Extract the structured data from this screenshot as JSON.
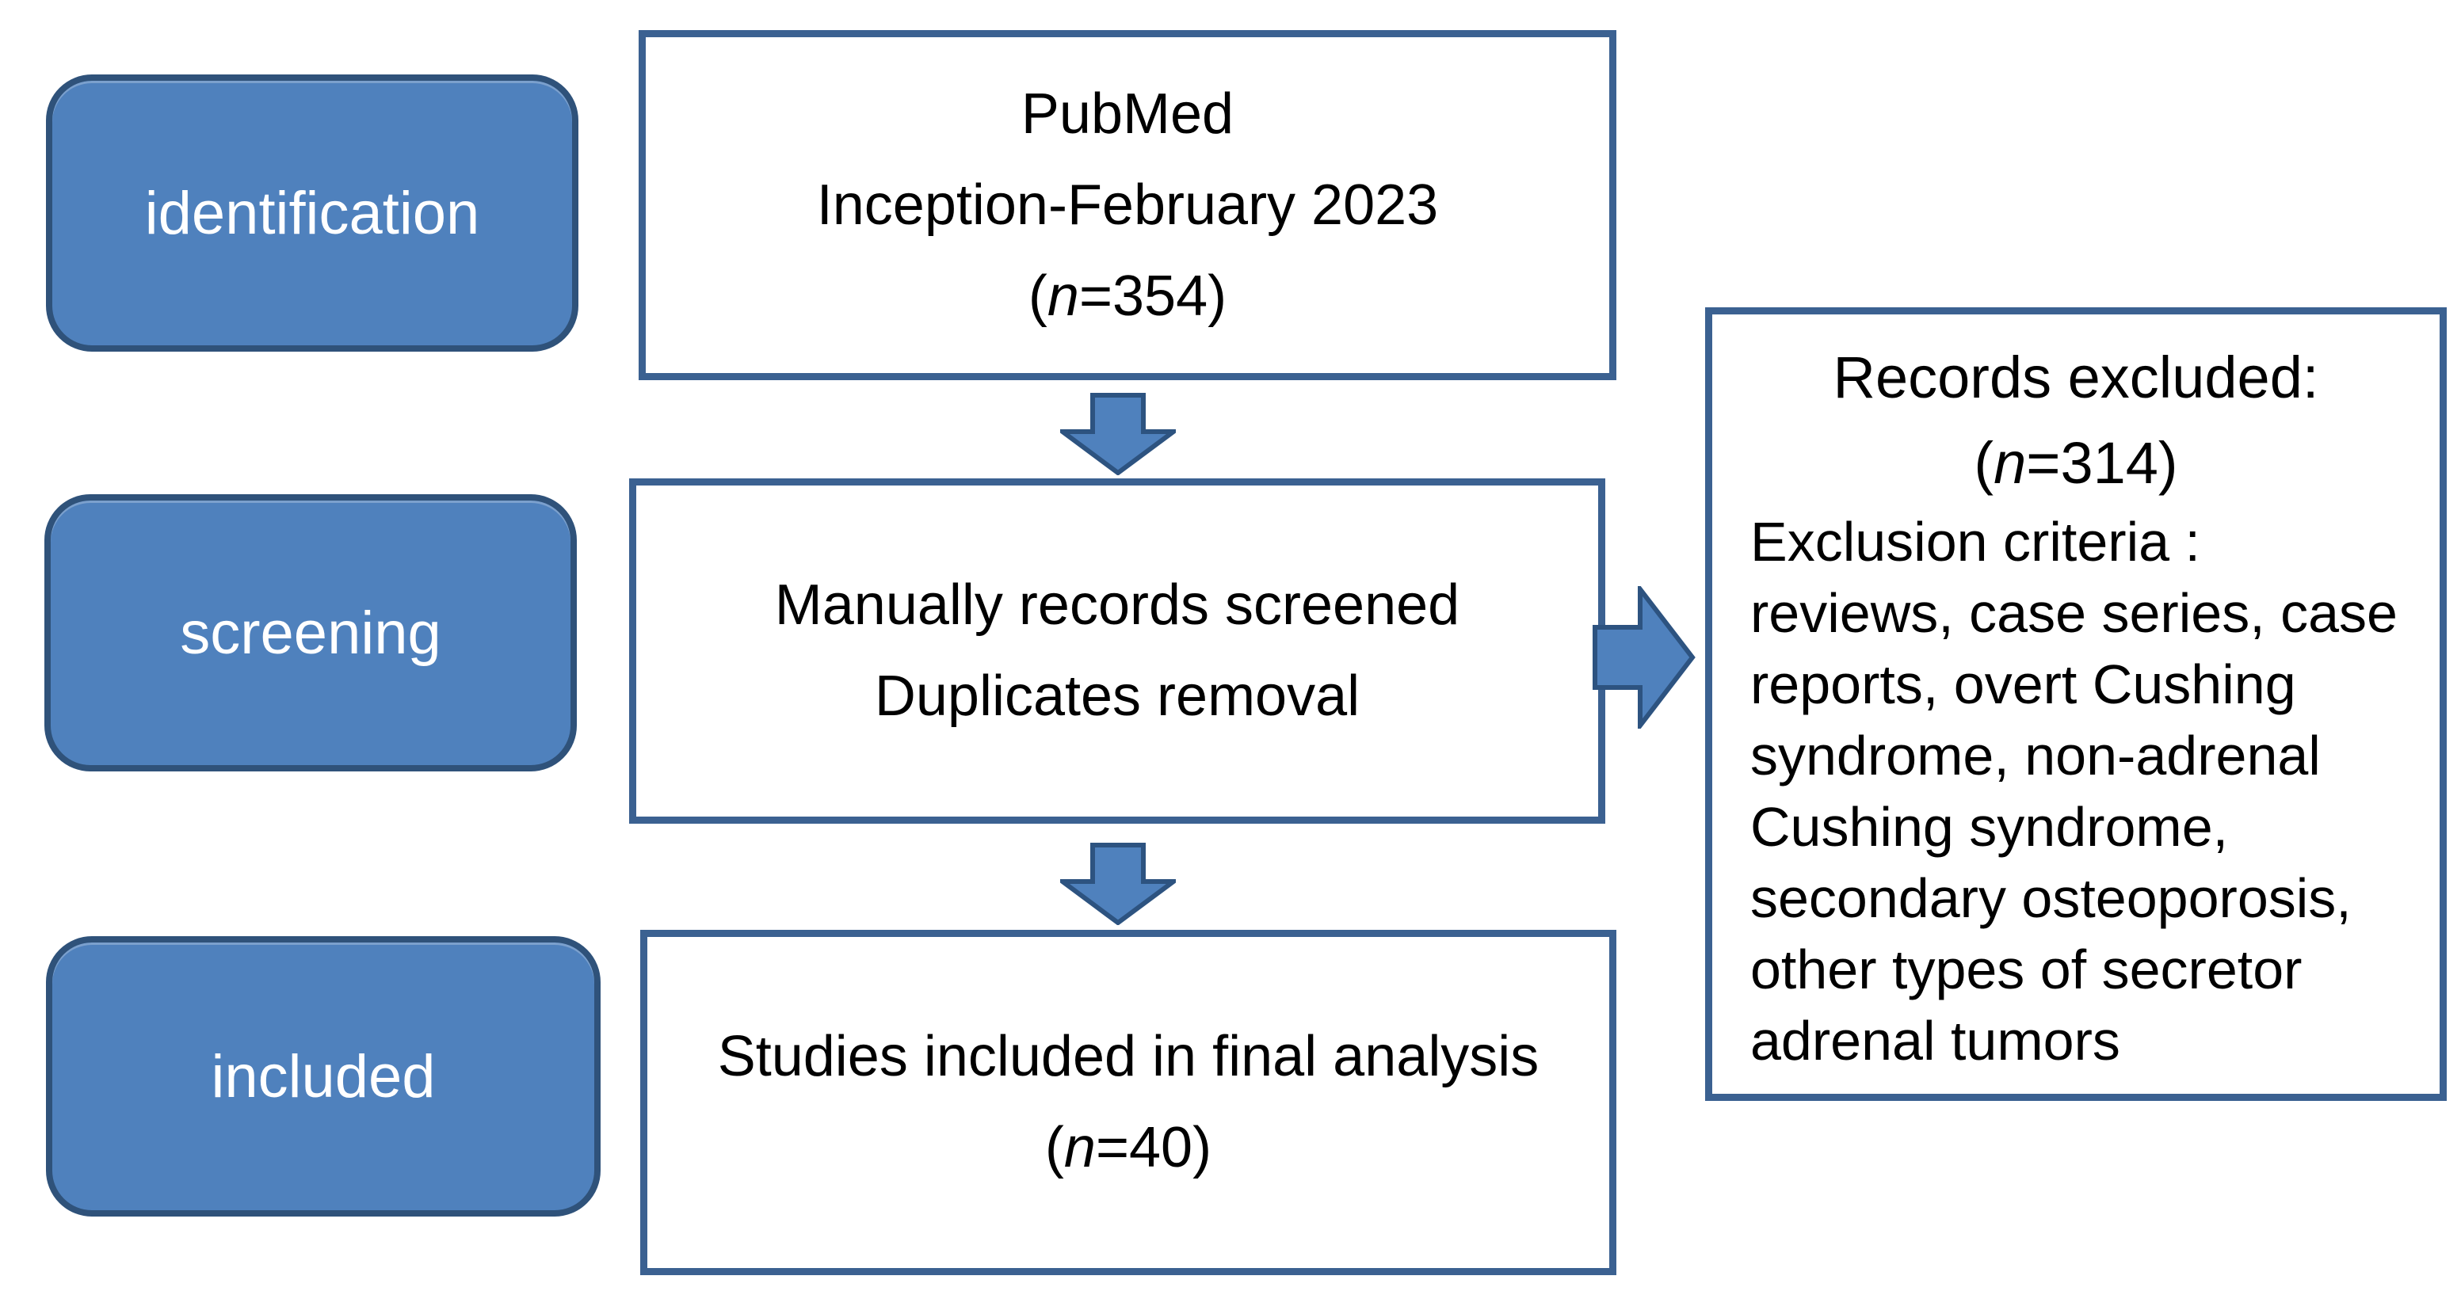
{
  "colors": {
    "background": "#ffffff",
    "stage_fill": "#4f81bd",
    "stage_border": "#2f527a",
    "stage_text": "#ffffff",
    "flow_border": "#3b6191",
    "flow_text": "#000000",
    "arrow_fill": "#4f81bd",
    "arrow_stroke": "#2d5380"
  },
  "stages": [
    {
      "label": "identification"
    },
    {
      "label": "screening"
    },
    {
      "label": "included"
    }
  ],
  "source_box": {
    "line1": "PubMed",
    "line2": "Inception-February 2023",
    "count": {
      "open": "(",
      "n": "n",
      "rest": "=354)"
    }
  },
  "screening_box": {
    "line1": "Manually records screened",
    "line2": "Duplicates removal"
  },
  "included_box": {
    "line1": "Studies included in final analysis",
    "count": {
      "open": "(",
      "n": "n",
      "rest": "=40)"
    }
  },
  "excluded_box": {
    "title": "Records excluded:",
    "count": {
      "open": "(",
      "n": "n",
      "rest": "=314)"
    },
    "criteria_lines": [
      "Exclusion criteria :",
      "reviews, case series, case",
      "reports, overt Cushing",
      "syndrome, non-adrenal",
      "Cushing syndrome,",
      "secondary osteoporosis,",
      "other types of secretor",
      "adrenal tumors"
    ]
  },
  "arrows": [
    {
      "name": "identification-to-screening",
      "direction": "down"
    },
    {
      "name": "screening-to-included",
      "direction": "down"
    },
    {
      "name": "screening-to-excluded",
      "direction": "right"
    }
  ]
}
